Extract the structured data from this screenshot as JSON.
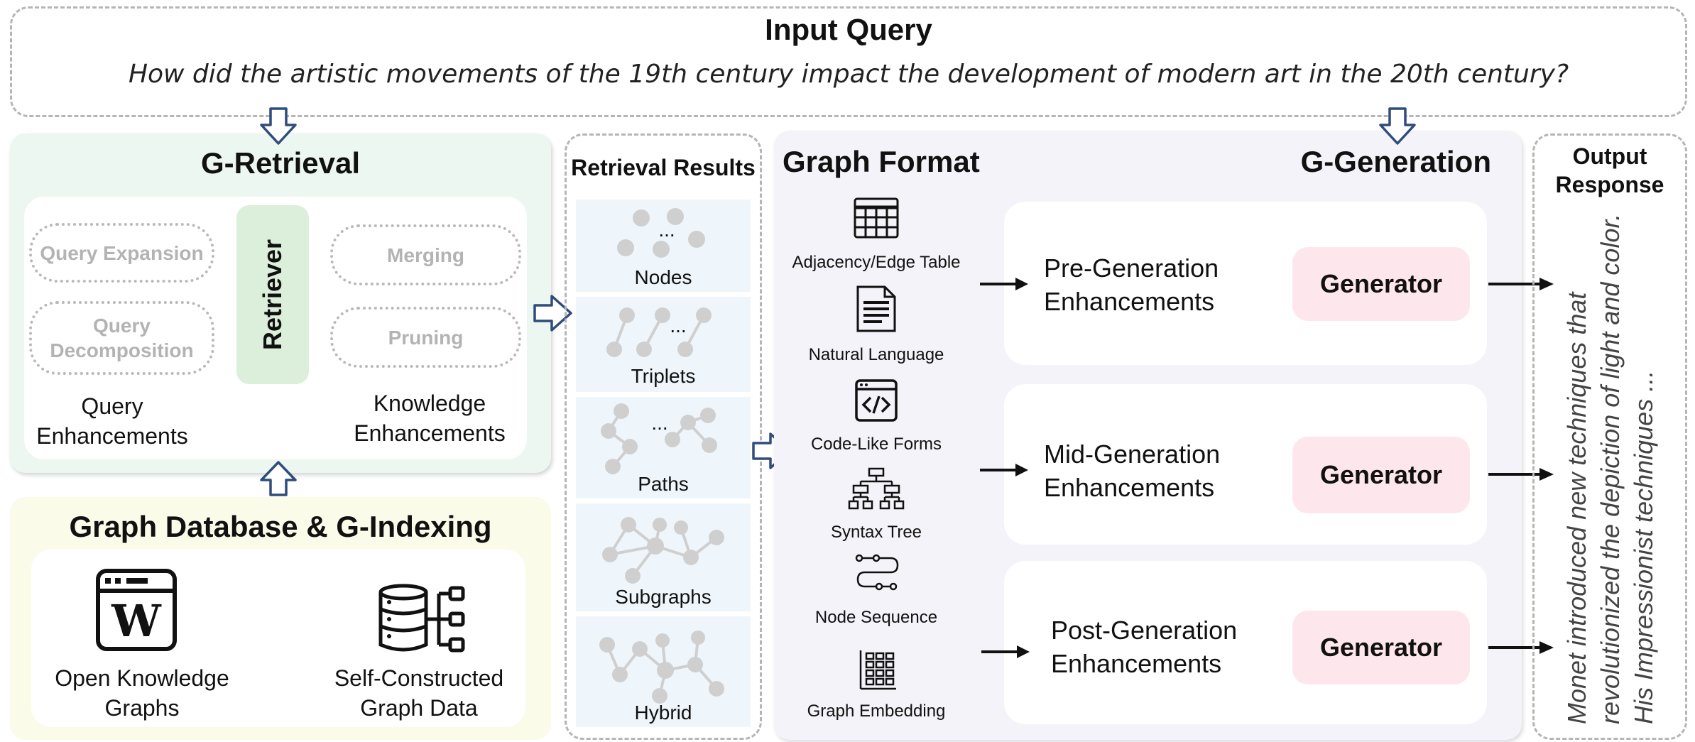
{
  "input": {
    "title": "Input Query",
    "query": "How did the artistic movements of the 19th century impact the development of modern art in the 20th century?"
  },
  "g_retrieval": {
    "title": "G-Retrieval",
    "query_items": [
      "Query Expansion",
      "Query Decomposition"
    ],
    "retriever": "Retriever",
    "knowledge_items": [
      "Merging",
      "Pruning"
    ],
    "query_enh_label": "Query Enhancements",
    "knowledge_enh_label": "Knowledge Enhancements"
  },
  "database": {
    "title": "Graph Database & G-Indexing",
    "left_label": "Open Knowledge Graphs",
    "right_label": "Self-Constructed Graph Data",
    "wiki_letter": "W"
  },
  "results": {
    "title": "Retrieval Results",
    "items": [
      "Nodes",
      "Triplets",
      "Paths",
      "Subgraphs",
      "Hybrid"
    ],
    "ellipsis": "..."
  },
  "graph_format": {
    "title": "Graph Format",
    "items": [
      "Adjacency/Edge Table",
      "Natural Language",
      "Code-Like Forms",
      "Syntax Tree",
      "Node Sequence",
      "Graph Embedding"
    ]
  },
  "g_generation": {
    "title": "G-Generation",
    "stages": [
      "Pre-Generation Enhancements",
      "Mid-Generation Enhancements",
      "Post-Generation Enhancements"
    ],
    "generator": "Generator"
  },
  "output": {
    "title": "Output Response",
    "text": "Monet introduced new techniques that revolutionized the depiction of light and color. His Impressionist techniques ..."
  },
  "colors": {
    "retrieval_bg": "#edf7f1",
    "database_bg": "#fbfbea",
    "generation_bg": "#f3f3f9",
    "retriever_bg": "#dcefdb",
    "generator_bg": "#fde7ec",
    "node_gray": "#cfcfcf",
    "arrow_blue": "#2f4c7c"
  }
}
